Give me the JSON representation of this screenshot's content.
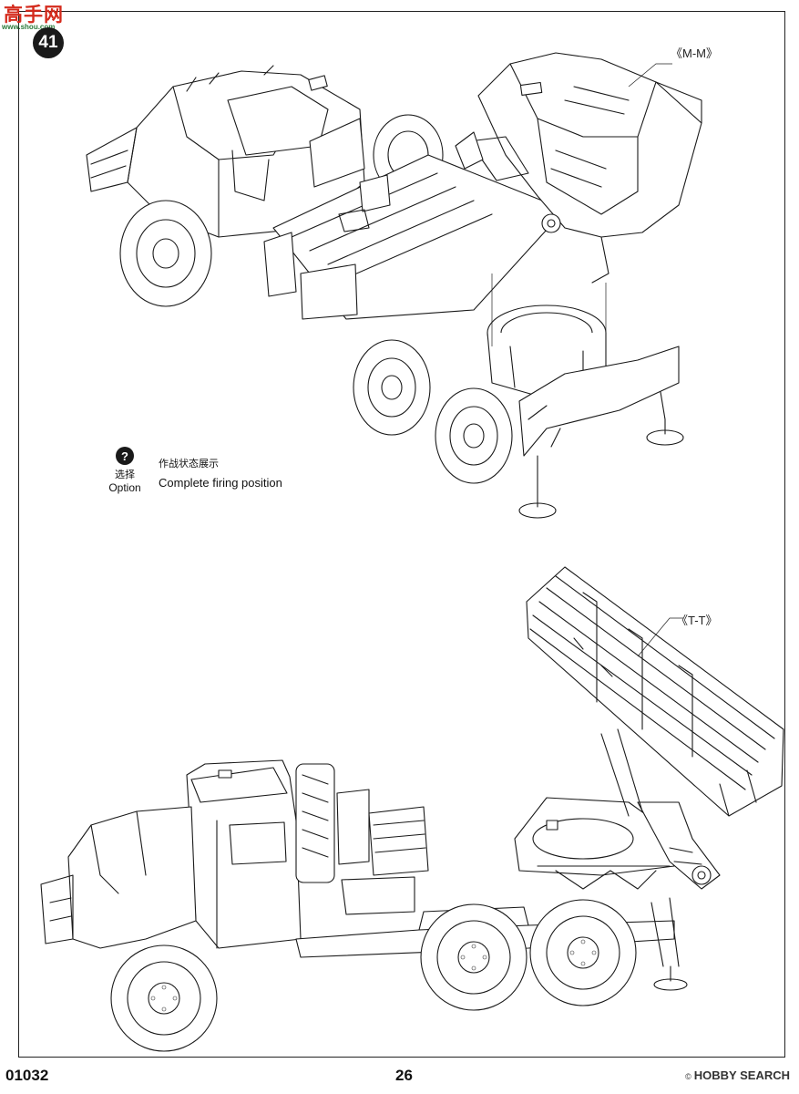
{
  "header": {
    "site_logo_text": "高手网",
    "site_logo_url": "www.shou.com",
    "step_number": "41"
  },
  "top_view": {
    "section_label": "《M-M》",
    "option_symbol": "?",
    "option_cn": "选择",
    "option_en": "Option",
    "caption_cn": "作战状态展示",
    "caption_en": "Complete firing position"
  },
  "bottom_view": {
    "section_label": "《T-T》"
  },
  "footer": {
    "kit_number": "01032",
    "page_number": "26",
    "watermark_copyright": "©",
    "watermark_text": "HOBBY SEARCH"
  },
  "icons": [
    "question-mark-icon"
  ]
}
